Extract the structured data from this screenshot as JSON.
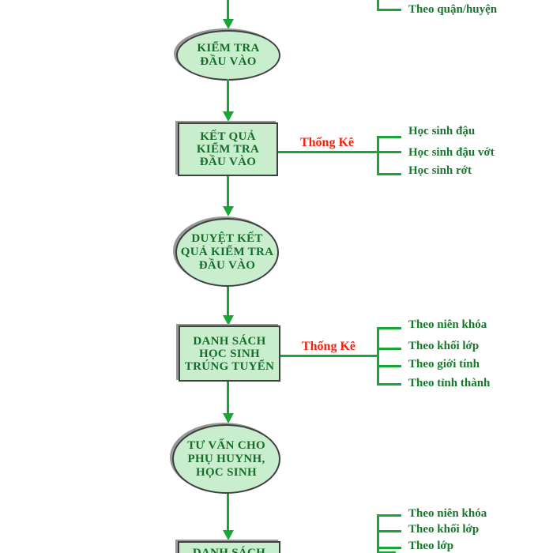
{
  "colors": {
    "line": "#1aa636",
    "fill": "#c9eecd",
    "border": "#3f3f3f",
    "shadow": "#989898",
    "node-text": "#156d2a",
    "label-text": "#17772c",
    "stat-red": "#ee2413",
    "bg": "#ffffff"
  },
  "top_branch": {
    "items": [
      "Theo quận/huyện"
    ]
  },
  "nodes": {
    "e1": {
      "l1": "KIỂM TRA",
      "l2": "ĐẦU VÀO"
    },
    "r1": {
      "l1": "KẾT QUẢ",
      "l2": "KIỂM TRA",
      "l3": "ĐẦU VÀO"
    },
    "e2": {
      "l1": "DUYỆT KẾT",
      "l2": "QUẢ KIỂM TRA",
      "l3": "ĐẦU VÀO"
    },
    "r2": {
      "l1": "DANH SÁCH",
      "l2": "HỌC SINH",
      "l3": "TRÚNG TUYỂN"
    },
    "e3": {
      "l1": "TƯ VẤN CHO",
      "l2": "PHỤ HUYNH,",
      "l3": "HỌC SINH"
    },
    "r3": {
      "l1": "DANH SÁCH"
    }
  },
  "branch1": {
    "stat": "Thống Kê",
    "items": [
      "Học sinh đậu",
      "Học sinh đậu vớt",
      "Học sinh rớt"
    ]
  },
  "branch2": {
    "stat": "Thống Kê",
    "items": [
      "Theo niên khóa",
      "Theo khối lớp",
      "Theo giới tính",
      "Theo tỉnh thành"
    ]
  },
  "branch3": {
    "items": [
      "Theo niên khóa",
      "Theo khối lớp",
      "Theo lớp"
    ]
  }
}
